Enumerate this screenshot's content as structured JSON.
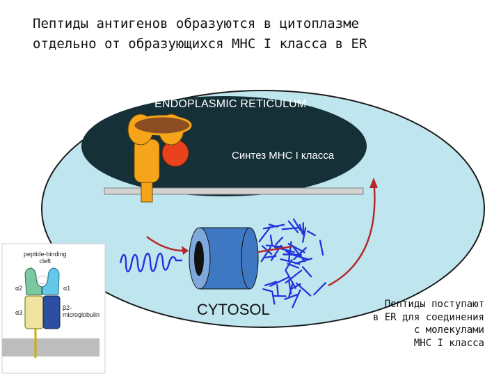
{
  "title": "Пептиды антигенов образуются в цитоплазме\nотдельно от образующихся MHC I класса в ER",
  "labels": {
    "er": "ENDOPLASMIC RETICULUM",
    "synthesis": "Синтез MHC I класса",
    "cytosol": "CYTOSOL"
  },
  "note": "Пептиды поступают\nв ER для соединения\nс молекулами\nMHC I класса",
  "inset": {
    "cleft": "peptide-binding\ncleft",
    "alpha2": "α2",
    "alpha1": "α1",
    "alpha3": "α3",
    "beta2": "β2-\nmicroglobulin"
  },
  "colors": {
    "cell": "#bfe6ee",
    "er": "#163038",
    "membrane": "#d2d2d2",
    "proteasome": "#3f78c2",
    "peptides": "#2233dd",
    "arrows": "#b4282d",
    "mhc_heavy": "#f6a51b",
    "mhc_red": "#e8431c",
    "b2m": "#2c4fa3",
    "inset_green": "#7cc8a0",
    "inset_cyan": "#64c8e8",
    "inset_heavy": "#f0e3a0"
  }
}
